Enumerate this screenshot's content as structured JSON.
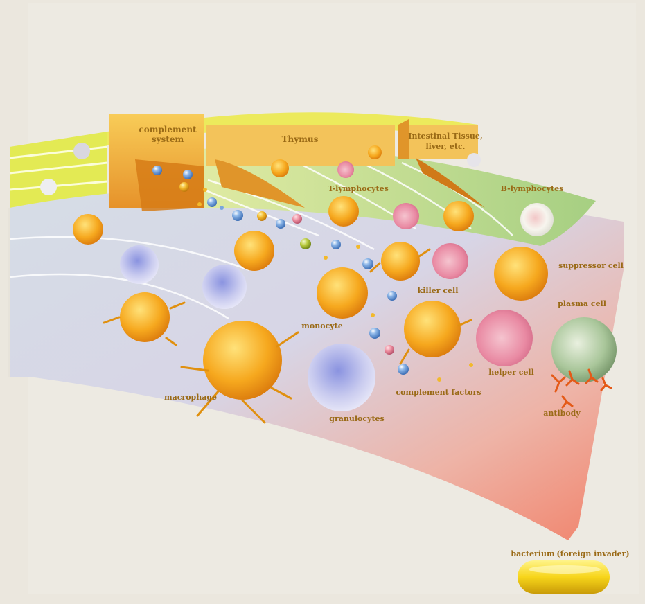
{
  "labels": {
    "complement_system": "complement system",
    "thymus": "Thymus",
    "intestinal_line1": "Intestinal Tissue,",
    "intestinal_line2": "liver, etc.",
    "t_lymphocytes": "T-lymphocytes",
    "b_lymphocytes": "B-lymphocytes",
    "suppressor_cell": "suppressor cell",
    "plasma_cell": "plasma cell",
    "killer_cell": "killer cell",
    "monocyte": "monocyte",
    "helper_cell": "helper cell",
    "complement_factors": "complement factors",
    "antibody": "antibody",
    "macrophage": "macrophage",
    "granulocytes": "granulocytes",
    "bacterium": "bacterium",
    "foreign_invader": "(foreign invader)"
  },
  "colors": {
    "background": "#ebe7de",
    "label_text": "#9a6a16",
    "yellow_green_band": "#e6ea3a",
    "orange_panel": "#f2b63a",
    "green_band": "#bcd88a",
    "lavender_band": "#cfd4e6",
    "salmon_band": "#f2927a",
    "bacterium_yellow": "#f2d20a"
  }
}
